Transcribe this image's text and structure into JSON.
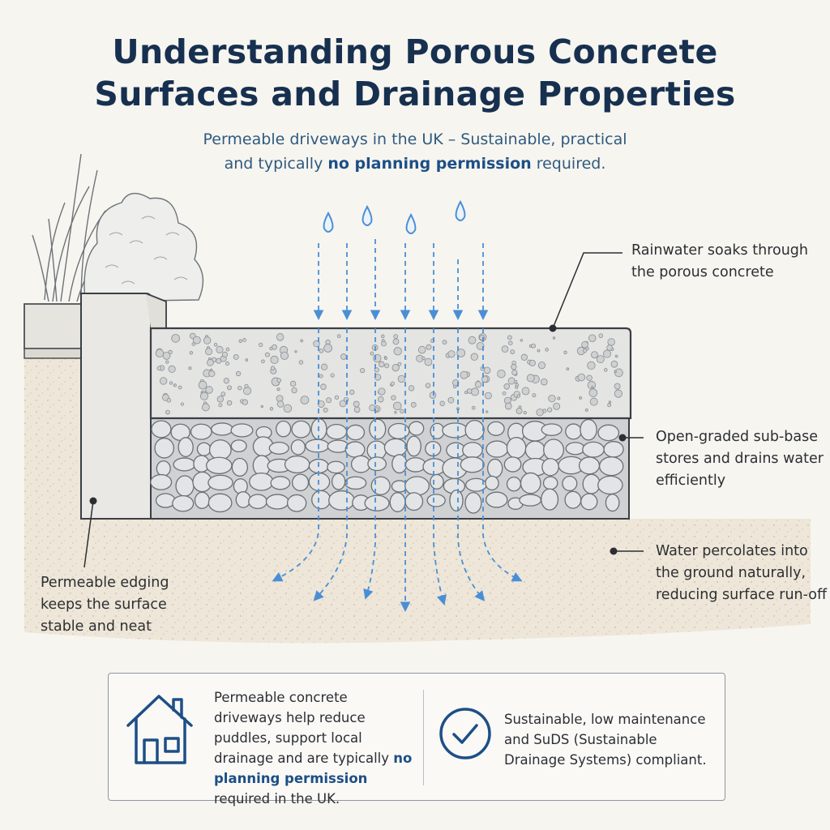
{
  "title": {
    "line1": "Understanding Porous Concrete",
    "line2": "Surfaces and Drainage Properties"
  },
  "subtitle": {
    "line1": "Permeable driveways in the UK – Sustainable, practical",
    "line2_pre": "and typically ",
    "line2_highlight": "no planning permission",
    "line2_post": " required."
  },
  "callouts": {
    "rainwater": {
      "line1": "Rainwater soaks through",
      "line2": "the porous concrete"
    },
    "subbase": {
      "line1": "Open-graded sub-base",
      "line2": "stores and drains water",
      "line3": "efficiently"
    },
    "ground": {
      "line1": "Water percolates into",
      "line2": "the ground naturally,",
      "line3": "reducing surface run-off"
    },
    "edging": {
      "line1": "Permeable edging",
      "line2": "keeps the surface",
      "line3": "stable and neat"
    }
  },
  "info": {
    "left_pre": "Permeable concrete driveways help reduce puddles, support local drainage and are typically ",
    "left_highlight": "no planning permission",
    "left_post": " required in the UK.",
    "right": "Sustainable, low maintenance and SuDS (Sustainable Drainage Systems) compliant.",
    "left_icon": "house-icon",
    "right_icon": "check-circle-icon"
  },
  "colors": {
    "title": "#17304f",
    "accent": "#1d4f86",
    "water": "#4a8fd6",
    "outline": "#3a3f45"
  }
}
